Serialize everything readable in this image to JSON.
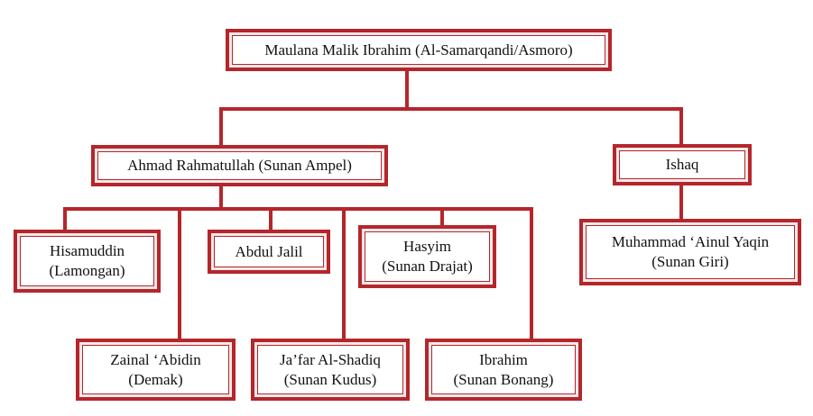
{
  "colors": {
    "line": "#b5262b",
    "box_fill": "#f1e9e9",
    "text": "#111111"
  },
  "nodes": {
    "root": {
      "line1": "Maulana Malik Ibrahim (Al-Samarqandi/Asmoro)",
      "line2": ""
    },
    "ahmad": {
      "line1": "Ahmad Rahmatullah (Sunan Ampel)",
      "line2": ""
    },
    "ishaq": {
      "line1": "Ishaq",
      "line2": ""
    },
    "hisam": {
      "line1": "Hisamuddin",
      "line2": "(Lamongan)"
    },
    "abdul": {
      "line1": "Abdul Jalil",
      "line2": ""
    },
    "hasyim": {
      "line1": "Hasyim",
      "line2": "(Sunan Drajat)"
    },
    "muhammad": {
      "line1": "Muhammad ‘Ainul Yaqin",
      "line2": "(Sunan Giri)"
    },
    "zainal": {
      "line1": "Zainal ‘Abidin",
      "line2": "(Demak)"
    },
    "jafar": {
      "line1": "Ja’far Al-Shadiq",
      "line2": "(Sunan Kudus)"
    },
    "ibrahim": {
      "line1": "Ibrahim",
      "line2": "(Sunan Bonang)"
    }
  }
}
